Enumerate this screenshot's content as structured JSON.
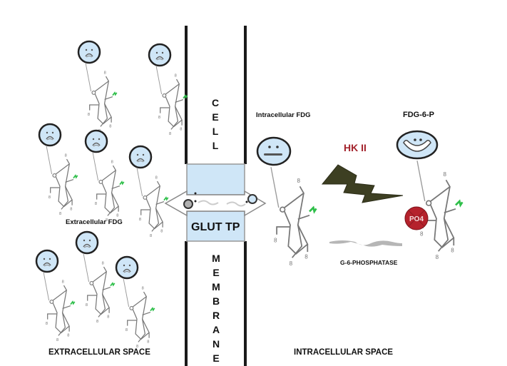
{
  "membrane": {
    "top_letters": [
      "C",
      "E",
      "L",
      "L"
    ],
    "bottom_letters": [
      "M",
      "E",
      "M",
      "B",
      "R",
      "A",
      "N",
      "E"
    ],
    "transporter_label": "GLUT TP"
  },
  "labels": {
    "extracellular_fdg": "Extracellular FDG",
    "intracellular_fdg": "Intracellular FDG",
    "fdg6p": "FDG-6-P",
    "hk2": "HK II",
    "g6phosphatase": "G-6-PHOSPHATASE",
    "extracellular_space": "EXTRACELLULAR SPACE",
    "intracellular_space": "INTRACELLULAR SPACE",
    "phosphate": "PO4"
  },
  "molecules": {
    "extracellular": [
      {
        "face": "sad"
      },
      {
        "face": "sad"
      },
      {
        "face": "sad"
      },
      {
        "face": "sad"
      },
      {
        "face": "sad"
      },
      {
        "face": "sad"
      },
      {
        "face": "sad"
      },
      {
        "face": "sad"
      }
    ],
    "intracellular_fdg": {
      "face": "neutral"
    },
    "fdg6p": {
      "face": "happy",
      "phosphorylated": true
    }
  },
  "colors": {
    "face_fill": "#cfe6f7",
    "membrane_line": "#1a1a1a",
    "transporter_fill": "#cfe6f7",
    "hk2_text": "#a3232c",
    "hk2_bolt": "#3d3f22",
    "phosphatase_bolt": "#a9a9a9",
    "phosphate_fill": "#b5222c",
    "fluorine": "#2fbf4a",
    "skeleton": "#8a8a8a"
  }
}
